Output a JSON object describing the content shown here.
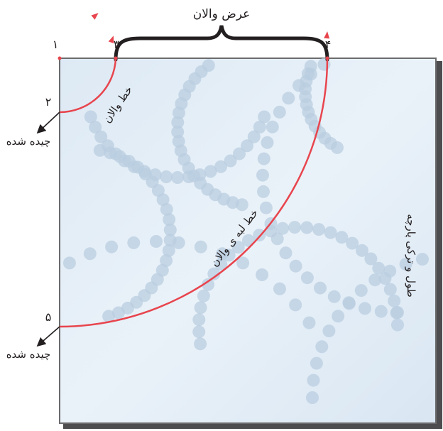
{
  "labels": {
    "top_width": "عرض والان",
    "small_arc": "خط والان",
    "big_arc": "خط لبه ی والان",
    "right_side": "طول و ترکی پارچه",
    "cut_2": "چیده شده",
    "cut_5": "چیده شده"
  },
  "point_numbers": {
    "p1": "۱",
    "p2": "۲",
    "p3": "۳",
    "p4": "۴",
    "p5": "۵"
  },
  "colors": {
    "curve": "#e8454e",
    "fabric": "#e3edf6",
    "dot": "#b9cde0",
    "frame": "#4d4d4f",
    "text": "#231f20"
  },
  "icons": {
    "bracket": "curly-brace-icon",
    "arrow": "arrow-icon"
  }
}
